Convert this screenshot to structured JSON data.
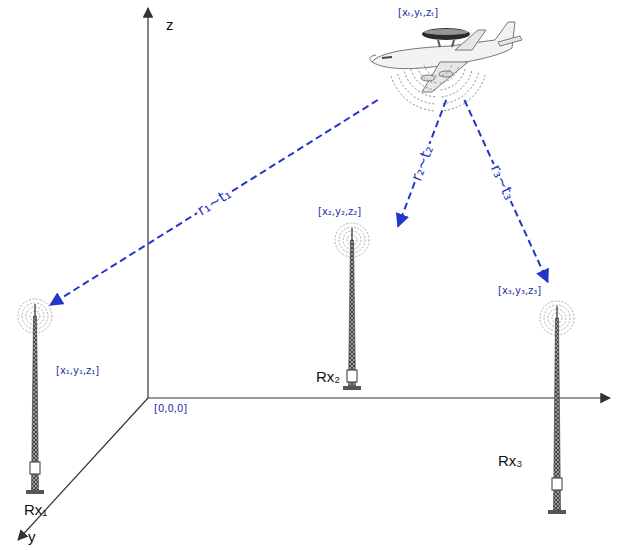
{
  "diagram": {
    "nodes": [
      {
        "text": [
          "[xₜ,yₜ,zₜ]"
        ]
      },
      {
        "text": [
          "[x₁,y₁,z₁]",
          "Rx₁"
        ]
      },
      {
        "text": [
          "[x₂,y₂,z₂]",
          "Rx₂"
        ]
      },
      {
        "text": [
          "[x₃,y₃,z₃]",
          "Rx₃"
        ]
      }
    ],
    "edges": [
      {
        "from": 0,
        "to": 1,
        "arrow": "to",
        "label": "r₁~t₁"
      },
      {
        "from": 0,
        "to": 2,
        "arrow": "to",
        "label": "r₂~t₂"
      },
      {
        "from": 0,
        "to": 3,
        "arrow": "to",
        "label": "r₃~t₃"
      }
    ],
    "labels": [
      "z",
      "y",
      "[0,0,0]"
    ]
  }
}
